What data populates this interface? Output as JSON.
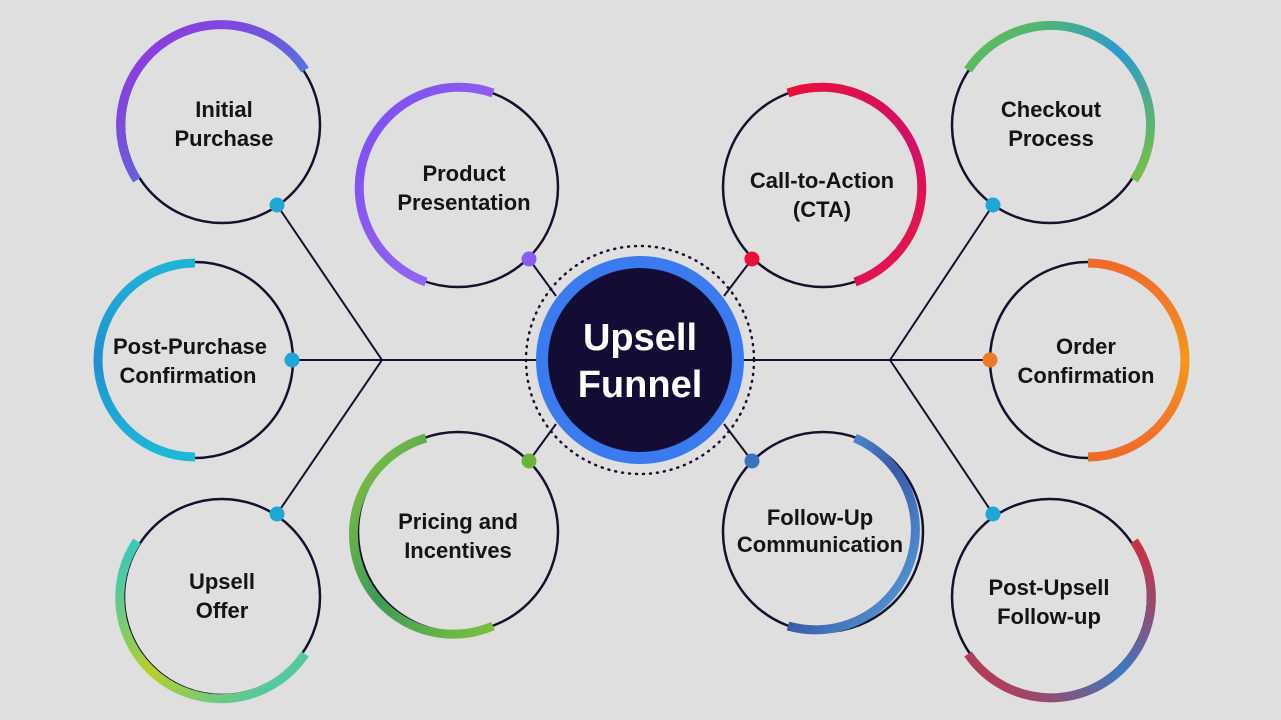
{
  "center": {
    "line1": "Upsell",
    "line2": "Funnel"
  },
  "nodes": [
    {
      "id": "initial-purchase",
      "line1": "Initial",
      "line2": "Purchase"
    },
    {
      "id": "post-purchase-confirmation",
      "line1": "Post-Purchase",
      "line2": "Confirmation"
    },
    {
      "id": "upsell-offer",
      "line1": "Upsell",
      "line2": "Offer"
    },
    {
      "id": "product-presentation",
      "line1": "Product",
      "line2": "Presentation"
    },
    {
      "id": "pricing-and-incentives",
      "line1": "Pricing and",
      "line2": "Incentives"
    },
    {
      "id": "call-to-action",
      "line1": "Call-to-Action",
      "line2": "(CTA)"
    },
    {
      "id": "follow-up-communication",
      "line1": "Follow-Up",
      "line2": "Communication"
    },
    {
      "id": "checkout-process",
      "line1": "Checkout",
      "line2": "Process"
    },
    {
      "id": "order-confirmation",
      "line1": "Order",
      "line2": "Confirmation"
    },
    {
      "id": "post-upsell-follow-up",
      "line1": "Post-Upsell",
      "line2": "Follow-up"
    }
  ],
  "colors": {
    "background": "#dfdfdf",
    "ring": "#14112e",
    "center_fill": "#130d36",
    "center_ring": "#3b7bf0",
    "text": "#141414"
  }
}
